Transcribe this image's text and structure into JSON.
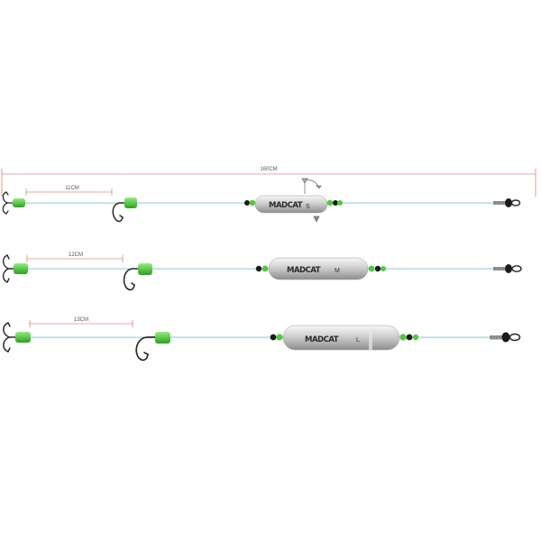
{
  "overall_length_label": "160CM",
  "rigs": [
    {
      "hook_distance_label": "11CM",
      "float_brand": "MADCAT",
      "float_size": "S"
    },
    {
      "hook_distance_label": "12CM",
      "float_brand": "MADCAT",
      "float_size": "M"
    },
    {
      "hook_distance_label": "13CM",
      "float_brand": "MADCAT",
      "float_size": "L"
    }
  ],
  "colors": {
    "dimension_line": "#d9534f",
    "leader_line": "#9ad0d6",
    "bead_green": "#4ecb3c",
    "bead_black": "#1b1b1b",
    "float_body": "#d6d6d6"
  }
}
